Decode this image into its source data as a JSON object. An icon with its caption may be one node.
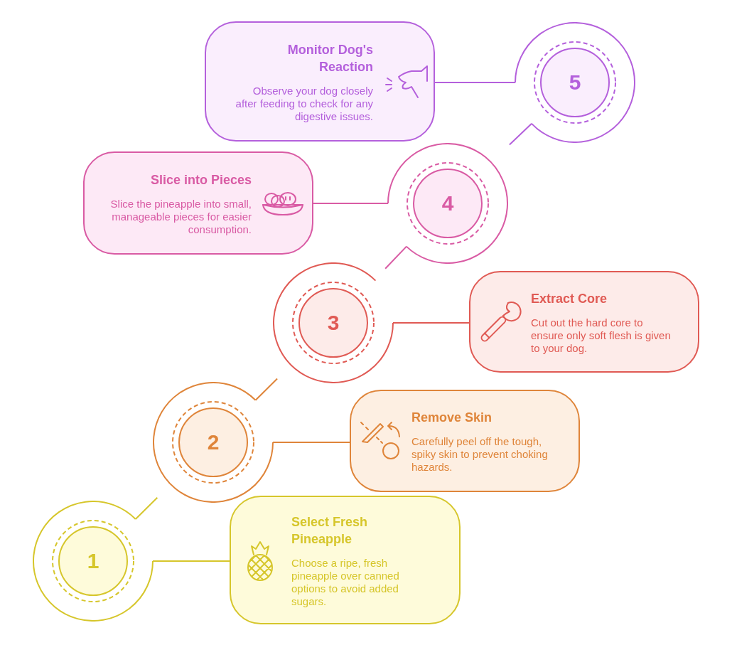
{
  "diagram": {
    "nodes": [
      {
        "text": [
          "1"
        ]
      },
      {
        "text": [
          "Select Fresh Pineapple",
          "Choose a ripe, fresh pineapple over canned options to avoid added sugars."
        ]
      },
      {
        "text": [
          "2"
        ]
      },
      {
        "text": [
          "Remove Skin",
          "Carefully peel off the tough, spiky skin to prevent choking hazards."
        ]
      },
      {
        "text": [
          "3"
        ]
      },
      {
        "text": [
          "Extract Core",
          "Cut out the hard core to ensure only soft flesh is given to your dog."
        ]
      },
      {
        "text": [
          "4"
        ]
      },
      {
        "text": [
          "Slice into Pieces",
          "Slice the pineapple into small, manageable pieces for easier consumption."
        ]
      },
      {
        "text": [
          "5"
        ]
      },
      {
        "text": [
          "Monitor Dog's Reaction",
          "Observe your dog closely after feeding to check for any digestive issues."
        ]
      }
    ],
    "edges": [
      {
        "from": 0,
        "to": 1,
        "arrow": "none",
        "color": "#d6c62b"
      },
      {
        "from": 2,
        "to": 3,
        "arrow": "none",
        "color": "#df853a"
      },
      {
        "from": 4,
        "to": 5,
        "arrow": "none",
        "color": "#e05a54"
      },
      {
        "from": 6,
        "to": 7,
        "arrow": "none",
        "color": "#d95ba4"
      },
      {
        "from": 8,
        "to": 9,
        "arrow": "none",
        "color": "#b460dc"
      },
      {
        "from": 0,
        "to": 2,
        "arrow": "none",
        "color": "#d6c62b"
      },
      {
        "from": 2,
        "to": 4,
        "arrow": "none",
        "color": "#df853a"
      },
      {
        "from": 4,
        "to": 6,
        "arrow": "none",
        "color": "#d95ba4"
      },
      {
        "from": 6,
        "to": 8,
        "arrow": "none",
        "color": "#b460dc"
      }
    ]
  }
}
